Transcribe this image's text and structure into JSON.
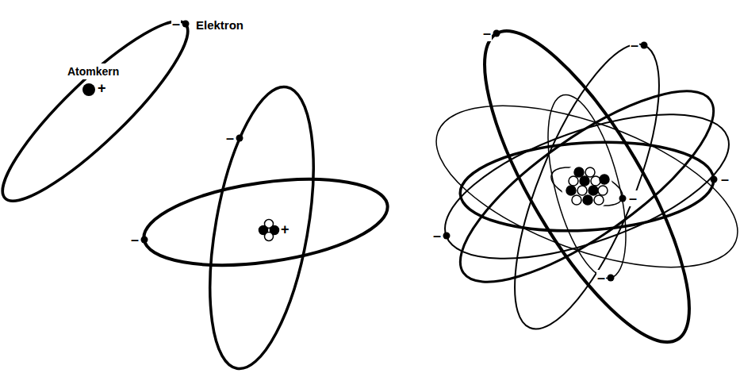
{
  "diagram": {
    "labels": [
      "–",
      "Elektron",
      "Atomkern",
      "+",
      "–",
      "–",
      "+",
      "–",
      "–",
      "–",
      "–",
      "–",
      "–"
    ]
  }
}
